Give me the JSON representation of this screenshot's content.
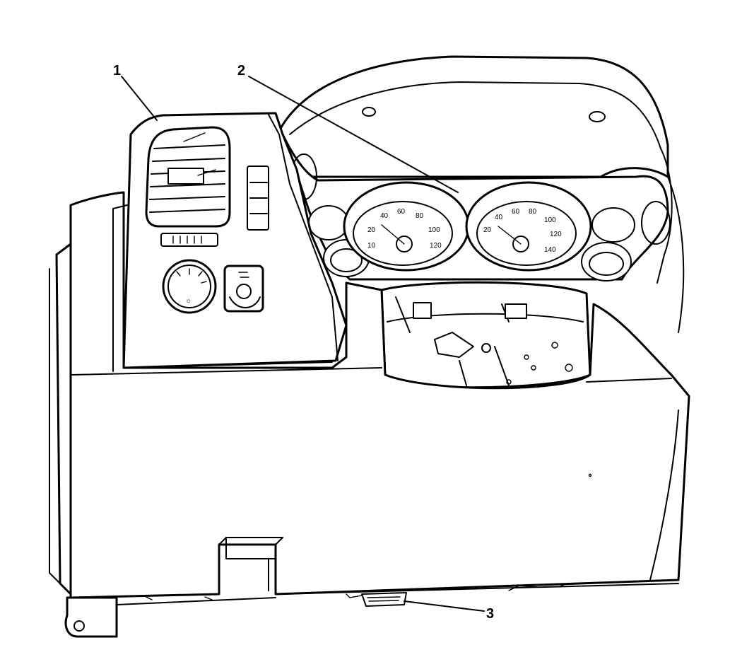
{
  "callouts": [
    {
      "number": "1"
    },
    {
      "number": "2"
    },
    {
      "number": "3"
    }
  ],
  "colors": {
    "line": "#000000",
    "background": "#ffffff"
  },
  "icons": [
    "air-vent-icon",
    "headlamp-switch-icon",
    "dimmer-switch-icon",
    "speedometer-icon",
    "tachometer-icon",
    "diagnostic-connector-icon"
  ]
}
